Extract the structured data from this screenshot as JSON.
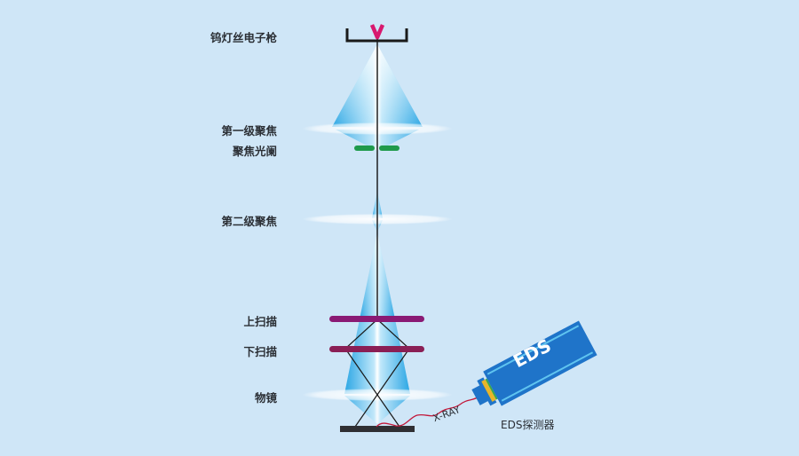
{
  "diagram": {
    "title": "SEM-EDS electron optics schematic",
    "labels": {
      "gun": "钨灯丝电子枪",
      "condenser1": "第一级聚焦",
      "aperture": "聚焦光阑",
      "condenser2": "第二级聚焦",
      "scan_upper": "上扫描",
      "scan_lower": "下扫描",
      "objective": "物镜",
      "xray": "X-RAY",
      "detector_text": "EDS",
      "detector_label": "EDS探测器"
    },
    "colors": {
      "background": "#cfe6f7",
      "beam_cone": "#3fb2e8",
      "lens_disk": "#ffffff",
      "filament": "#d8196e",
      "aperture": "#1f9a4b",
      "scan_upper": "#8a1a74",
      "scan_lower": "#8a1f55",
      "sample": "#2f2f33",
      "detector_body": "#1f74c9",
      "detector_stripe": "#5fc4f0",
      "detector_window_yellow": "#e8b52a",
      "detector_window_green": "#3aa84a",
      "xray_line": "#c2183a"
    }
  }
}
